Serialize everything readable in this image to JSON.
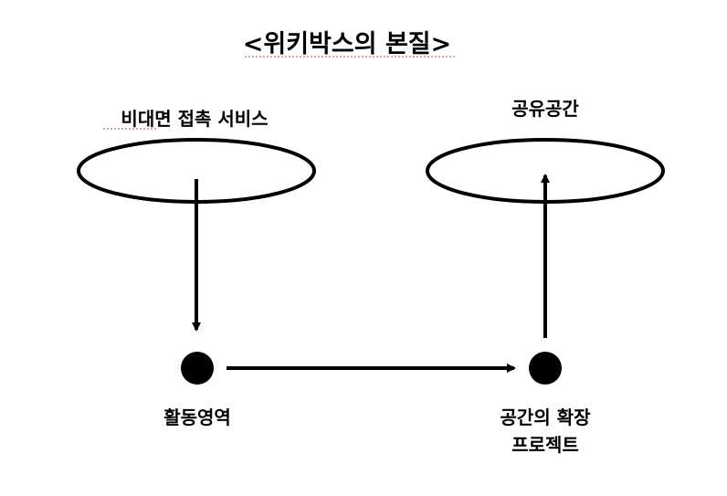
{
  "title": "<위키박스의 본질>",
  "nodes": {
    "contactless_service": "비대면 접촉 서비스",
    "shared_space": "공유공간",
    "activity_area": "활동영역",
    "space_expansion_line1": "공간의 확장",
    "space_expansion_line2": "프로젝트"
  },
  "colors": {
    "ink": "#000000",
    "underline": "#e53935",
    "background": "#ffffff"
  }
}
